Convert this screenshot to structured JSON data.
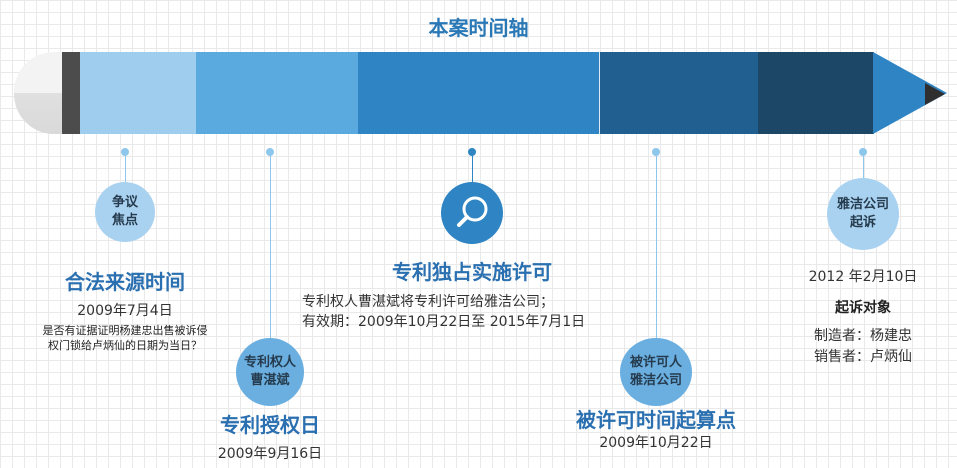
{
  "title": "本案时间轴",
  "events": {
    "dispute": {
      "bubble_line1": "争议",
      "bubble_line2": "焦点",
      "title": "合法来源时间",
      "date": "2009年7月4日",
      "note_line1": "是否有证据证明杨建忠出售被诉侵",
      "note_line2": "权门锁给卢炳仙的日期为当日？"
    },
    "patent_grant": {
      "bubble_line1": "专利权人",
      "bubble_line2": "曹湛斌",
      "title": "专利授权日",
      "date": "2009年9月16日"
    },
    "exclusive_license": {
      "icon": "magnifier-icon",
      "title": "专利独占实施许可",
      "desc_line1": "专利权人曹湛斌将专利许可给雅洁公司；",
      "desc_line2": "有效期：2009年10月22日至 2015年7月1日"
    },
    "licensee_start": {
      "bubble_line1": "被许可人",
      "bubble_line2": "雅洁公司",
      "title": "被许可时间起算点",
      "date": "2009年10月22日"
    },
    "lawsuit": {
      "bubble_line1": "雅洁公司",
      "bubble_line2": "起诉",
      "date": "2012 年2月10日",
      "subtitle": "起诉对象",
      "line1": "制造者：杨建忠",
      "line2": "销售者：卢炳仙"
    }
  },
  "colors": {
    "seg1": "#9fcdee",
    "seg2": "#5aa9df",
    "seg3": "#2f84c4",
    "seg4": "#205f90",
    "seg5": "#1c4766",
    "accent": "#2a78b6"
  }
}
